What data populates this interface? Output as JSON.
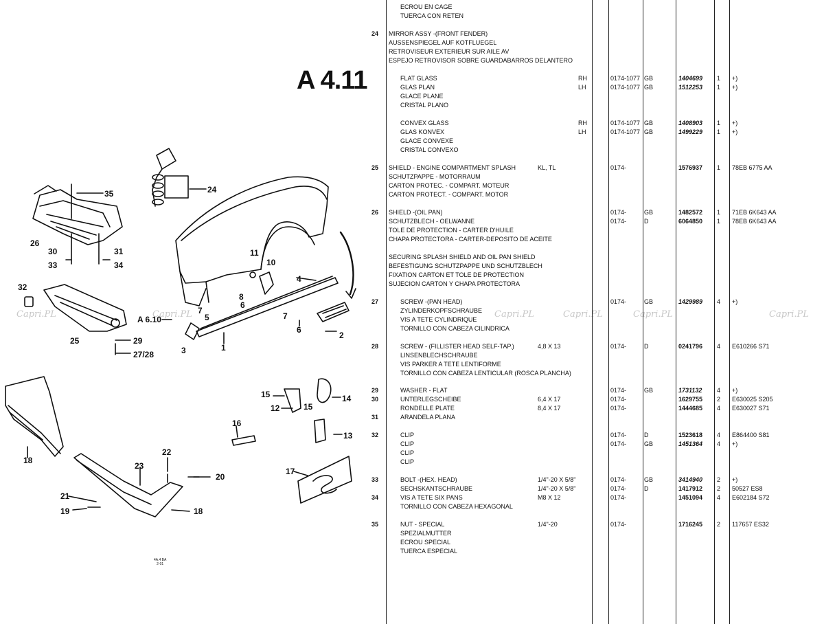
{
  "page": {
    "section": "A 4.11",
    "stamp_lines": [
      "4A.4 BA",
      "2-01"
    ]
  },
  "watermark": [
    "Capri.PL",
    "Capri.PL",
    "Capri.PL",
    "Capri.PL",
    "Capri.PL",
    "Capri.PL"
  ],
  "diagram": {
    "callouts": [
      "35",
      "24",
      "26",
      "30",
      "33",
      "31",
      "34",
      "32",
      "25",
      "29",
      "27/28",
      "A 6.10",
      "3",
      "7",
      "5",
      "8",
      "6",
      "11",
      "10",
      "4",
      "1",
      "7",
      "6",
      "2",
      "18",
      "15",
      "12",
      "14",
      "15",
      "13",
      "16",
      "17",
      "23",
      "22",
      "20",
      "21",
      "19",
      "18"
    ]
  },
  "rows": [
    {
      "no": "",
      "desc": "ECROU EN CAGE",
      "indent": true
    },
    {
      "no": "",
      "desc": "TUERCA CON RETEN",
      "indent": true
    },
    {
      "no": "24",
      "desc": "MIRROR ASSY -(FRONT FENDER)"
    },
    {
      "no": "",
      "desc": "AUSSENSPIEGEL AUF KOTFLUEGEL"
    },
    {
      "no": "",
      "desc": "RETROVISEUR EXTERIEUR SUR AILE AV"
    },
    {
      "no": "",
      "desc": "ESPEJO RETROVISOR SOBRE GUARDABARROS DELANTERO"
    },
    {
      "no": "",
      "desc": "FLAT GLASS",
      "indent": true,
      "side": "RH",
      "model": "0174-1077",
      "mkt": "GB",
      "part": "1404699",
      "hand": true,
      "qty": "1",
      "rem": "+)"
    },
    {
      "no": "",
      "desc": "GLAS PLAN",
      "indent": true,
      "side": "LH",
      "model": "0174-1077",
      "mkt": "GB",
      "part": "1512253",
      "hand": true,
      "qty": "1",
      "rem": "+)"
    },
    {
      "no": "",
      "desc": "GLACE PLANE",
      "indent": true
    },
    {
      "no": "",
      "desc": "CRISTAL PLANO",
      "indent": true
    },
    {
      "no": "",
      "desc": "CONVEX GLASS",
      "indent": true,
      "side": "RH",
      "model": "0174-1077",
      "mkt": "GB",
      "part": "1408903",
      "hand": true,
      "qty": "1",
      "rem": "+)"
    },
    {
      "no": "",
      "desc": "GLAS KONVEX",
      "indent": true,
      "side": "LH",
      "model": "0174-1077",
      "mkt": "GB",
      "part": "1499229",
      "hand": true,
      "qty": "1",
      "rem": "+)"
    },
    {
      "no": "",
      "desc": "GLACE CONVEXE",
      "indent": true
    },
    {
      "no": "",
      "desc": "CRISTAL CONVEXO",
      "indent": true
    },
    {
      "no": "25",
      "desc": "SHIELD - ENGINE COMPARTMENT SPLASH",
      "spec": "KL, TL",
      "model": "0174-",
      "part": "1576937",
      "qty": "1",
      "rem": "78EB 6775 AA"
    },
    {
      "no": "",
      "desc": "SCHUTZPAPPE - MOTORRAUM"
    },
    {
      "no": "",
      "desc": "CARTON PROTEC. - COMPART. MOTEUR"
    },
    {
      "no": "",
      "desc": "CARTON PROTECT. - COMPART. MOTOR"
    },
    {
      "no": "26",
      "desc": "SHIELD -(OIL PAN)",
      "model": "0174-",
      "mkt": "GB",
      "part": "1482572",
      "qty": "1",
      "rem": "71EB 6K643 AA"
    },
    {
      "no": "",
      "desc": "SCHUTZBLECH - OELWANNE",
      "model": "0174-",
      "mkt": "D",
      "part": "6064850",
      "qty": "1",
      "rem": "78EB 6K643 AA"
    },
    {
      "no": "",
      "desc": "TOLE DE PROTECTION - CARTER D'HUILE"
    },
    {
      "no": "",
      "desc": "CHAPA PROTECTORA - CARTER-DEPOSITO DE ACEITE"
    },
    {
      "no": "",
      "desc": "SECURING SPLASH SHIELD AND OIL PAN SHIELD"
    },
    {
      "no": "",
      "desc": "BEFESTIGUNG SCHUTZPAPPE UND SCHUTZBLECH"
    },
    {
      "no": "",
      "desc": "FIXATION CARTON ET TOLE DE PROTECTION"
    },
    {
      "no": "",
      "desc": "SUJECION CARTON Y CHAPA PROTECTORA"
    },
    {
      "no": "27",
      "desc": "SCREW -(PAN HEAD)",
      "indent": true,
      "model": "0174-",
      "mkt": "GB",
      "part": "1429989",
      "hand": true,
      "qty": "4",
      "rem": "+)"
    },
    {
      "no": "",
      "desc": "ZYLINDERKOPFSCHRAUBE",
      "indent": true
    },
    {
      "no": "",
      "desc": "VIS A TETE CYLINDRIQUE",
      "indent": true
    },
    {
      "no": "",
      "desc": "TORNILLO CON CABEZA CILINDRICA",
      "indent": true
    },
    {
      "no": "28",
      "desc": "SCREW - (FILLISTER HEAD SELF-TAP.)",
      "indent": true,
      "spec": "4,8 X 13",
      "model": "0174-",
      "mkt": "D",
      "part": "0241796",
      "qty": "4",
      "rem": "E610266 S71"
    },
    {
      "no": "",
      "desc": "LINSENBLECHSCHRAUBE",
      "indent": true
    },
    {
      "no": "",
      "desc": "VIS PARKER A TETE LENTIFORME",
      "indent": true
    },
    {
      "no": "",
      "desc": "TORNILLO CON CABEZA LENTICULAR (ROSCA PLANCHA)",
      "indent": true
    },
    {
      "no": "29",
      "desc": "WASHER - FLAT",
      "indent": true,
      "model": "0174-",
      "mkt": "GB",
      "part": "1731132",
      "hand": true,
      "qty": "4",
      "rem": "+)"
    },
    {
      "no": "30",
      "desc": "UNTERLEGSCHEIBE",
      "indent": true,
      "spec": "6,4 X 17",
      "model": "0174-",
      "part": "1629755",
      "qty": "2",
      "rem": "E630025 S205"
    },
    {
      "no": "",
      "desc": "RONDELLE PLATE",
      "indent": true,
      "spec": "8,4 X 17",
      "model": "0174-",
      "part": "1444685",
      "qty": "4",
      "rem": "E630027 S71"
    },
    {
      "no": "31",
      "desc": "ARANDELA PLANA",
      "indent": true
    },
    {
      "no": "32",
      "desc": "CLIP",
      "indent": true,
      "model": "0174-",
      "mkt": "D",
      "part": "1523618",
      "qty": "4",
      "rem": "E864400 S81"
    },
    {
      "no": "",
      "desc": "CLIP",
      "indent": true,
      "model": "0174-",
      "mkt": "GB",
      "part": "1451364",
      "hand": true,
      "qty": "4",
      "rem": "+)"
    },
    {
      "no": "",
      "desc": "CLIP",
      "indent": true
    },
    {
      "no": "",
      "desc": "CLIP",
      "indent": true
    },
    {
      "no": "33",
      "desc": "BOLT -(HEX. HEAD)",
      "indent": true,
      "spec": "1/4\"-20 X 5/8\"",
      "model": "0174-",
      "mkt": "GB",
      "part": "3414940",
      "hand": true,
      "qty": "2",
      "rem": "+)"
    },
    {
      "no": "",
      "desc": "SECHSKANTSCHRAUBE",
      "indent": true,
      "spec": "1/4\"-20 X 5/8\"",
      "model": "0174-",
      "mkt": "D",
      "part": "1417912",
      "qty": "2",
      "rem": "50527 ES8"
    },
    {
      "no": "34",
      "desc": "VIS A TETE SIX PANS",
      "indent": true,
      "spec": "M8 X 12",
      "model": "0174-",
      "part": "1451094",
      "qty": "4",
      "rem": "E602184 S72"
    },
    {
      "no": "",
      "desc": "TORNILLO CON CABEZA HEXAGONAL",
      "indent": true
    },
    {
      "no": "35",
      "desc": "NUT - SPECIAL",
      "indent": true,
      "spec": "1/4\"-20",
      "model": "0174-",
      "part": "1716245",
      "qty": "2",
      "rem": "117657 ES32"
    },
    {
      "no": "",
      "desc": "SPEZIALMUTTER",
      "indent": true
    },
    {
      "no": "",
      "desc": "ECROU SPECIAL",
      "indent": true
    },
    {
      "no": "",
      "desc": "TUERCA ESPECIAL",
      "indent": true
    }
  ]
}
